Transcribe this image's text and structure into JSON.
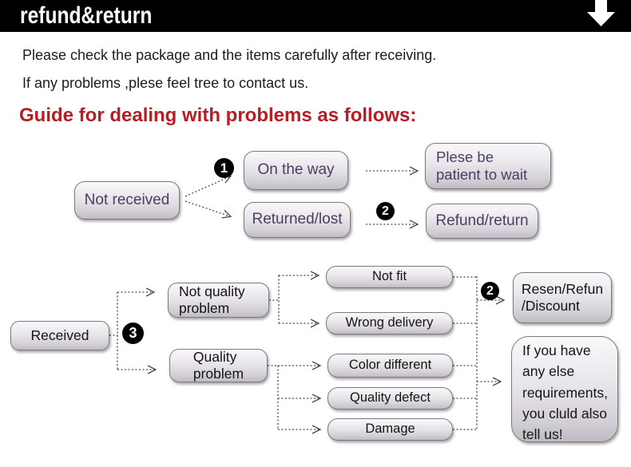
{
  "header": {
    "title": "refund&return",
    "icon": "down-arrow"
  },
  "intro": {
    "line1": "Please check the package and the items carefully after receiving.",
    "line2": "If any problems ,plese feel tree to contact us."
  },
  "guide_heading": "Guide for dealing with problems as follows:",
  "colors": {
    "header_bg": "#000000",
    "accent_red": "#b41e24",
    "flow1_text": "#4e3c62",
    "flow2_text": "#141414",
    "badge_bg": "#000000",
    "wire": "#4a4a4a"
  },
  "flow1": {
    "badge_1": "1",
    "badge_2": "2",
    "nodes": {
      "not_received": "Not received",
      "on_the_way": "On the way",
      "returned_lost": "Returned/lost",
      "plese_wait": "Plese be\npatient to wait",
      "refund_return": "Refund/return"
    }
  },
  "flow2": {
    "badge_3": "3",
    "badge_2": "2",
    "nodes": {
      "received": "Received",
      "not_quality_problem": "Not quality\nproblem",
      "quality_problem": "Quality\nproblem",
      "not_fit": "Not fit",
      "wrong_delivery": "Wrong delivery",
      "color_different": "Color different",
      "quality_defect": "Quality defect",
      "damage": "Damage",
      "resen_refun_discount": "Resen/Refun\n/Discount",
      "note_bubble": "If you have\nany else\nrequirements,\nyou cluld also\ntell us!"
    }
  }
}
